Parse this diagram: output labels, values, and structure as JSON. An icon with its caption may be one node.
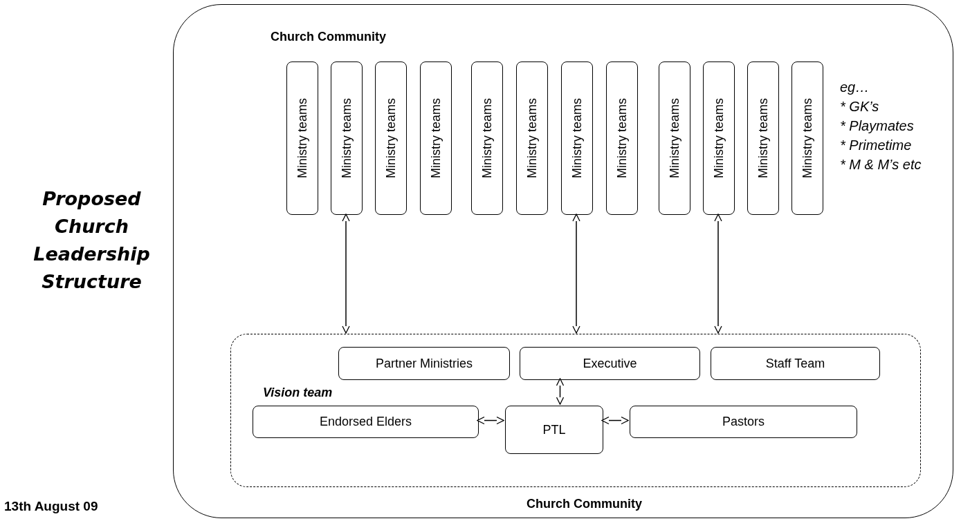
{
  "diagram": {
    "title": "Proposed Church Leadership Structure",
    "nodes": [
      {
        "text": [
          "Church Community",
          "Church Community"
        ]
      },
      {
        "text": [
          "Ministry teams"
        ],
        "in": 0
      },
      {
        "text": [
          "Ministry teams"
        ],
        "in": 0
      },
      {
        "text": [
          "Ministry teams"
        ],
        "in": 0
      },
      {
        "text": [
          "Ministry teams"
        ],
        "in": 0
      },
      {
        "text": [
          "Ministry teams"
        ],
        "in": 0
      },
      {
        "text": [
          "Ministry teams"
        ],
        "in": 0
      },
      {
        "text": [
          "Ministry teams"
        ],
        "in": 0
      },
      {
        "text": [
          "Ministry teams"
        ],
        "in": 0
      },
      {
        "text": [
          "Ministry teams"
        ],
        "in": 0
      },
      {
        "text": [
          "Ministry teams"
        ],
        "in": 0
      },
      {
        "text": [
          "Ministry teams"
        ],
        "in": 0
      },
      {
        "text": [
          "Ministry teams"
        ],
        "in": 0
      },
      {
        "text": [
          "Vision team"
        ],
        "in": 0
      },
      {
        "text": [
          "Partner Ministries"
        ],
        "in": 13
      },
      {
        "text": [
          "Executive"
        ],
        "in": 13
      },
      {
        "text": [
          "Staff Team"
        ],
        "in": 13
      },
      {
        "text": [
          "Endorsed Elders"
        ],
        "in": 13
      },
      {
        "text": [
          "PTL"
        ],
        "in": 13
      },
      {
        "text": [
          "Pastors"
        ],
        "in": 13
      }
    ],
    "edges": [
      {
        "from": 2,
        "to": 13,
        "arrow": "both"
      },
      {
        "from": 7,
        "to": 13,
        "arrow": "both"
      },
      {
        "from": 10,
        "to": 13,
        "arrow": "both"
      },
      {
        "from": 15,
        "to": 18,
        "arrow": "both"
      },
      {
        "from": 17,
        "to": 18,
        "arrow": "both"
      },
      {
        "from": 18,
        "to": 19,
        "arrow": "both"
      }
    ],
    "labels": [
      "eg…",
      "* GK’s",
      "* Playmates",
      "* Primetime",
      "* M & M’s etc",
      "13th August 09"
    ]
  }
}
